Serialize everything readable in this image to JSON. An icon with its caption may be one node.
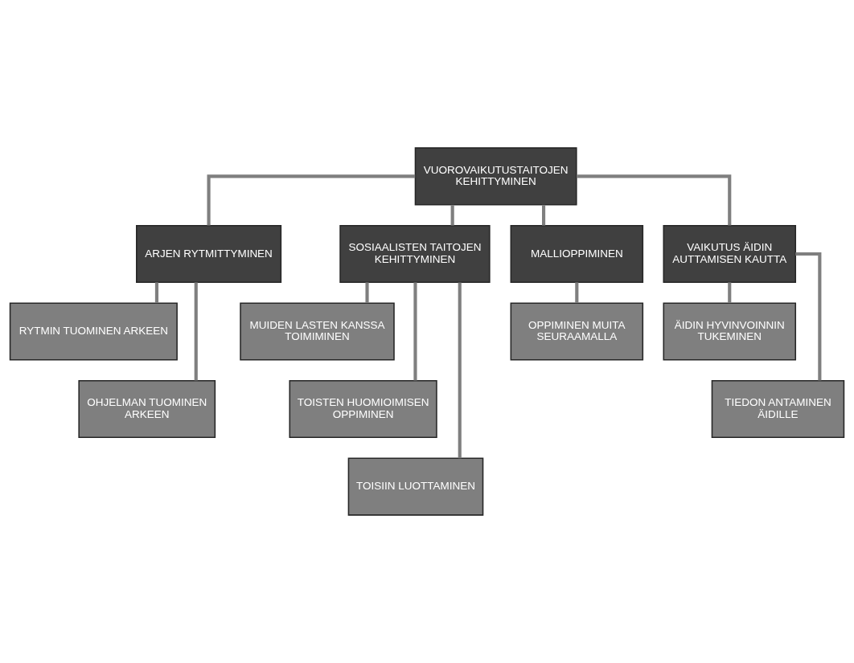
{
  "diagram": {
    "nodes": [
      {
        "text": [
          "VUOROVAIKUTUSTAITOJEN KEHITTYMINEN"
        ]
      },
      {
        "text": [
          "ARJEN RYTMITTYMINEN"
        ]
      },
      {
        "text": [
          "SOSIAALISTEN TAITOJEN KEHITTYMINEN"
        ]
      },
      {
        "text": [
          "MALLIOPPIMINEN"
        ]
      },
      {
        "text": [
          "VAIKUTUS ÄIDIN AUTTAMISEN KAUTTA"
        ]
      },
      {
        "text": [
          "RYTMIN TUOMINEN ARKEEN"
        ]
      },
      {
        "text": [
          "OHJELMAN TUOMINEN ARKEEN"
        ]
      },
      {
        "text": [
          "MUIDEN LASTEN KANSSA TOIMIMINEN"
        ]
      },
      {
        "text": [
          "TOISTEN HUOMIOIMISEN OPPIMINEN"
        ]
      },
      {
        "text": [
          "TOISIIN LUOTTAMINEN"
        ]
      },
      {
        "text": [
          "OPPIMINEN MUITA SEURAAMALLA"
        ]
      },
      {
        "text": [
          "ÄIDIN HYVINVOINNIN TUKEMINEN"
        ]
      },
      {
        "text": [
          "TIEDON ANTAMINEN ÄIDILLE"
        ]
      }
    ],
    "edges": [
      {
        "from": 0,
        "to": 1,
        "arrow": "none"
      },
      {
        "from": 0,
        "to": 2,
        "arrow": "none"
      },
      {
        "from": 0,
        "to": 3,
        "arrow": "none"
      },
      {
        "from": 0,
        "to": 4,
        "arrow": "none"
      },
      {
        "from": 1,
        "to": 5,
        "arrow": "none"
      },
      {
        "from": 1,
        "to": 6,
        "arrow": "none"
      },
      {
        "from": 2,
        "to": 7,
        "arrow": "none"
      },
      {
        "from": 2,
        "to": 8,
        "arrow": "none"
      },
      {
        "from": 2,
        "to": 9,
        "arrow": "none"
      },
      {
        "from": 3,
        "to": 10,
        "arrow": "none"
      },
      {
        "from": 4,
        "to": 11,
        "arrow": "none"
      },
      {
        "from": 4,
        "to": 12,
        "arrow": "none"
      }
    ]
  }
}
